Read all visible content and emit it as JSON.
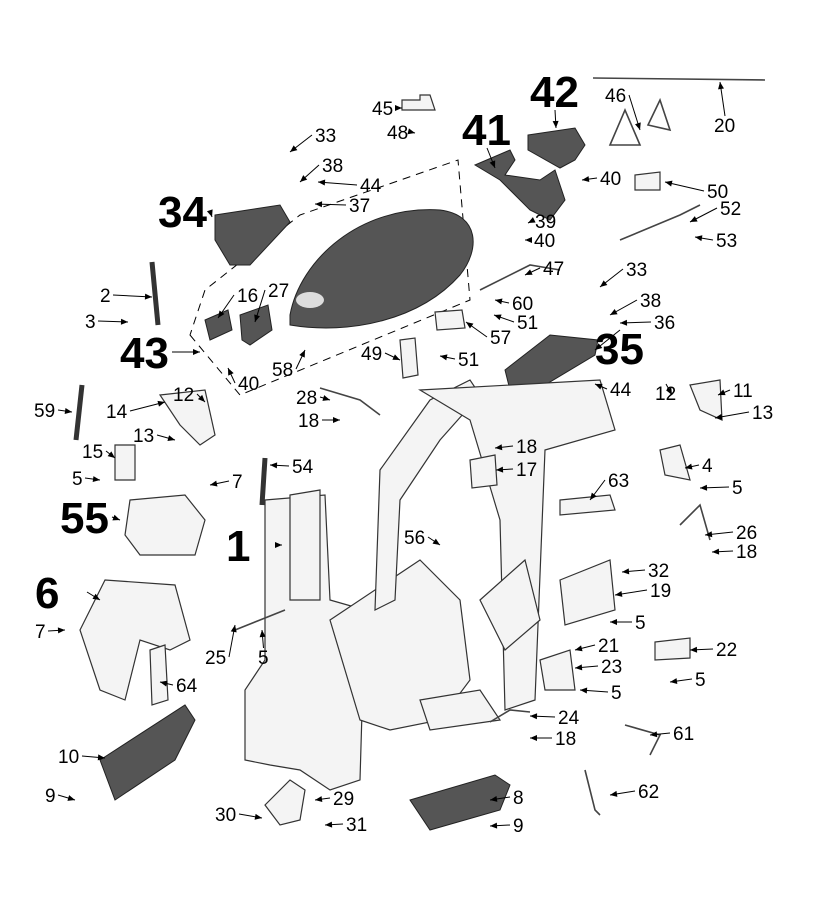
{
  "diagram": {
    "type": "exploded parts diagram",
    "callouts": [
      "42",
      "41",
      "34",
      "35",
      "43",
      "55",
      "1",
      "6",
      "45",
      "48",
      "33",
      "38",
      "44",
      "37",
      "46",
      "20",
      "40",
      "50",
      "39",
      "40",
      "52",
      "53",
      "47",
      "33",
      "60",
      "51",
      "38",
      "36",
      "57",
      "49",
      "51",
      "2",
      "3",
      "16",
      "27",
      "58",
      "40",
      "44",
      "12",
      "12",
      "11",
      "13",
      "28",
      "18",
      "59",
      "14",
      "13",
      "15",
      "18",
      "17",
      "4",
      "5",
      "5",
      "7",
      "54",
      "63",
      "26",
      "18",
      "56",
      "32",
      "19",
      "7",
      "5",
      "21",
      "22",
      "23",
      "5",
      "5",
      "25",
      "5",
      "64",
      "24",
      "18",
      "61",
      "10",
      "9",
      "8",
      "9",
      "62",
      "29",
      "30",
      "31"
    ],
    "colors": {
      "parts": "#555555",
      "lines": "#000000",
      "background": "#ffffff"
    }
  }
}
